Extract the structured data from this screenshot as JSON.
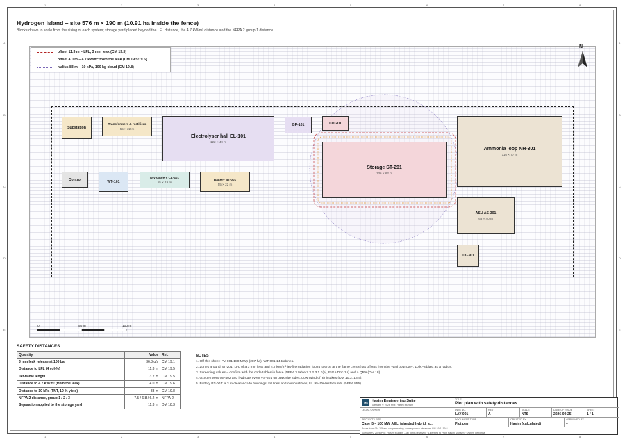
{
  "header": {
    "title": "Hydrogen island – site 576 m × 190 m (10.91 ha inside the fence)",
    "subtitle": "Blocks drawn to scale from the sizing of each system; storage yard placed beyond the LFL distance, the 4.7 kW/m² distance and the NFPA 2 group 1 distance."
  },
  "zones": {
    "cols": [
      "1",
      "2",
      "3",
      "4",
      "5",
      "6",
      "7",
      "8"
    ],
    "rows": [
      "A",
      "B",
      "C",
      "D",
      "E"
    ]
  },
  "legend": [
    {
      "label": "offset 11.3 m – LFL, 3 mm leak (CM 19.5)",
      "color": "#b22222",
      "style": "dashed"
    },
    {
      "label": "offset 4.0 m – 4.7 kW/m² from the leak (CM 19.5/19.6)",
      "color": "#e08a1e",
      "style": "dotted"
    },
    {
      "label": "radius 83 m – 10 kPa, 100 kg cloud (CM 19.8)",
      "color": "#7b68b8",
      "style": "dotted"
    }
  ],
  "north": "N",
  "blocks": {
    "substation": {
      "name": "Substation",
      "dim": "",
      "color": "#f5e7c8"
    },
    "transformers": {
      "name": "Transformers & rectifiers",
      "dim": "55 × 22 m",
      "color": "#f5e7c8"
    },
    "electrolyser": {
      "name": "Electrolyser hall EL-101",
      "dim": "122 × 49 m",
      "color": "#e6def2"
    },
    "gp101": {
      "name": "GP-101",
      "dim": "",
      "color": "#e6def2"
    },
    "cp201": {
      "name": "CP-201",
      "dim": "",
      "color": "#f4d6da"
    },
    "storage": {
      "name": "Storage ST-201",
      "dim": "136 × 62 m",
      "color": "#f4d6da"
    },
    "ammonia": {
      "name": "Ammonia loop NH-301",
      "dim": "116 × 77 m",
      "color": "#ece3d3"
    },
    "control": {
      "name": "Control",
      "dim": "",
      "color": "#e4e4e4"
    },
    "wt101": {
      "name": "WT-101",
      "dim": "",
      "color": "#dbe7f4"
    },
    "drycoolers": {
      "name": "Dry coolers CL-401",
      "dim": "55 × 19 m",
      "color": "#d9ece8"
    },
    "battery": {
      "name": "Battery BT-001",
      "dim": "55 × 22 m",
      "color": "#f5e7c8"
    },
    "asu": {
      "name": "ASU AS-301",
      "dim": "63 × 40 m",
      "color": "#ece3d3"
    },
    "tk301": {
      "name": "TK-301",
      "dim": "",
      "color": "#ece3d3"
    }
  },
  "scale": {
    "l0": "0",
    "l1": "50 m",
    "l2": "100 m"
  },
  "safety": {
    "heading": "SAFETY DISTANCES",
    "columns": [
      "Quantity",
      "Value",
      "Ref."
    ],
    "rows": [
      {
        "q": "3 mm leak release at 100 bar",
        "v": "36.3 g/s",
        "r": "CM 19.1"
      },
      {
        "q": "Distance to LFL (4 vol-%)",
        "v": "11.3 m",
        "r": "CM 19.5"
      },
      {
        "q": "Jet-flame length",
        "v": "3.2 m",
        "r": "CM 19.5"
      },
      {
        "q": "Distance to 4.7 kW/m² (from the leak)",
        "v": "4.0 m",
        "r": "CM 19.6"
      },
      {
        "q": "Distance to 10 kPa (TNT, 10 % yield)",
        "v": "83 m",
        "r": "CM 19.8"
      },
      {
        "q": "NFPA 2 distance, group 1 / 2 / 3",
        "v": "7.5 / 6.8 / 6.2 m",
        "r": "NFPA 2"
      },
      {
        "q": "Separation applied to the storage yard",
        "v": "11.3 m",
        "r": "DM 18.3"
      }
    ]
  },
  "notes": {
    "heading": "NOTES",
    "items": [
      "1. Off this sheet: PV-001 180 MWp (287 ha), WT-001 14 turbines.",
      "2. Zones around ST-201: LFL of a 3 mm leak and 4.7 kW/m² jet-fire radiation (point source at the flame centre) as offsets from the yard boundary; 10 kPa blast as a radius.",
      "3. Screening values – confirm with the code tables in force (NFPA 2 table 7.3.2.3.1.1(a), EIGA Doc 15) and a QRA (DM 18).",
      "4. Oxygen vent VS-402 and hydrogen vent VS-401 on opposite sides, downwind of air intakes (DM 10.3, 18.4).",
      "5. Battery BT-001: a 3 m clearance to buildings, lot lines and combustibles, UL 9540A-tested units (NFPA 855)."
    ]
  },
  "titleblock": {
    "company": "Hasim Engineering Suite",
    "company_sub": "Software © 2026 Prof. Hasim Muhsim",
    "logo": "Hs",
    "title_lbl": "TITLE",
    "title": "Plot plan with safety distances",
    "legal_owner_lbl": "LEGAL OWNER",
    "legal_owner": "–",
    "dwg_lbl": "DWG NO.",
    "dwg": "LAY-001",
    "rev_lbl": "REV",
    "rev": "A",
    "scale_lbl": "SCALE",
    "scale": "NTS",
    "date_lbl": "DATE OF ISSUE",
    "date": "2026-09-25",
    "sheet_lbl": "SHEET",
    "sheet": "1 / 1",
    "project_lbl": "PROJECT / SITE",
    "project": "Case B – 100 MW AEL, islanded hybrid, a...",
    "doctype_lbl": "DOCUMENT TYPE",
    "doctype": "Plot plan",
    "created_lbl": "CREATED BY",
    "created": "Hasim (calculated)",
    "approved_lbl": "APPROVED BY",
    "approved": "–",
    "footer1": "Areas from CM 1.5 and chapter sizing; consequence distances CM 19.1–19.8.",
    "footer2": "Software © 2026 Prof. Hasim Muhsim – all rights reserved · Licensed to Prof. Hasim Muhsim · Owner: perpetual"
  }
}
